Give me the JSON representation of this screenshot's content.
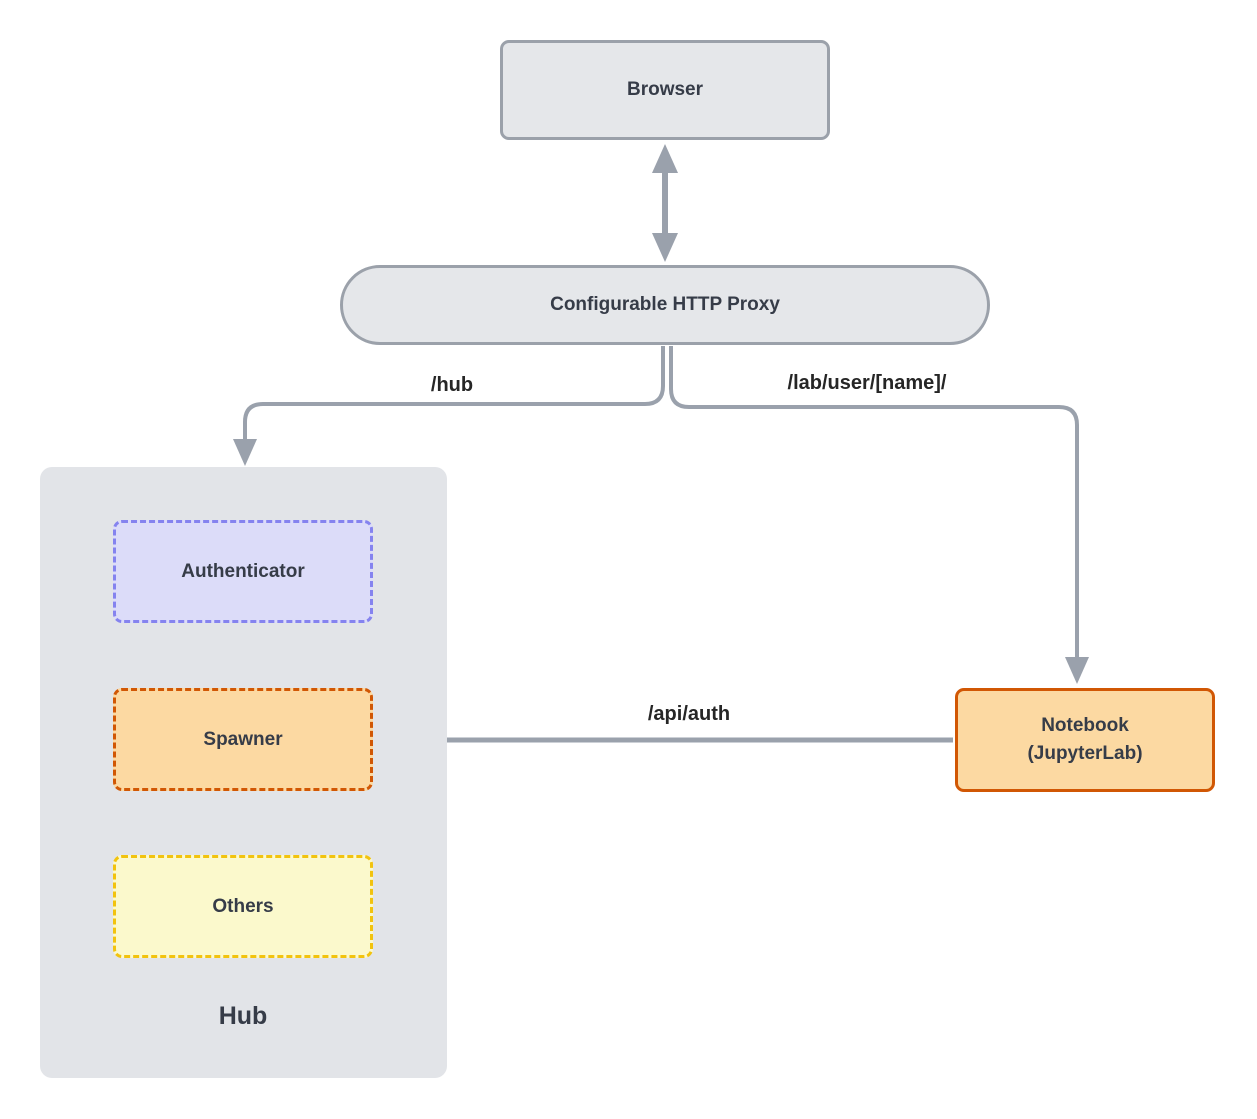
{
  "colors": {
    "connector": "#9aa1ac",
    "node_border": "#9ba1aa",
    "node_fill": "#e5e7ea",
    "hub_fill": "#e2e4e8",
    "authenticator_fill": "#dcdcf9",
    "authenticator_border": "#8583ef",
    "spawner_fill": "#fcd9a2",
    "spawner_border": "#d15704",
    "others_fill": "#fbf9cc",
    "others_border": "#f2c30e",
    "notebook_fill": "#fcd9a2",
    "notebook_border": "#d15704",
    "node_text": "#363c48",
    "edge_text": "#262626"
  },
  "nodes": {
    "browser": {
      "label": "Browser"
    },
    "proxy": {
      "label": "Configurable HTTP Proxy"
    },
    "hub_group": {
      "label": "Hub"
    },
    "authenticator": {
      "label": "Authenticator"
    },
    "spawner": {
      "label": "Spawner"
    },
    "others": {
      "label": "Others"
    },
    "notebook": {
      "label_line1": "Notebook",
      "label_line2": "(JupyterLab)"
    }
  },
  "edges": [
    {
      "id": "browser-proxy",
      "from": "browser",
      "to": "proxy",
      "label": "",
      "arrows": "both"
    },
    {
      "id": "proxy-hub",
      "from": "proxy",
      "to": "hub_group",
      "label": "/hub",
      "arrows": "to"
    },
    {
      "id": "proxy-notebook",
      "from": "proxy",
      "to": "notebook",
      "label": "/lab/user/[name]/",
      "arrows": "to"
    },
    {
      "id": "notebook-spawner",
      "from": "notebook",
      "to": "spawner",
      "label": "/api/auth",
      "arrows": "to"
    }
  ]
}
